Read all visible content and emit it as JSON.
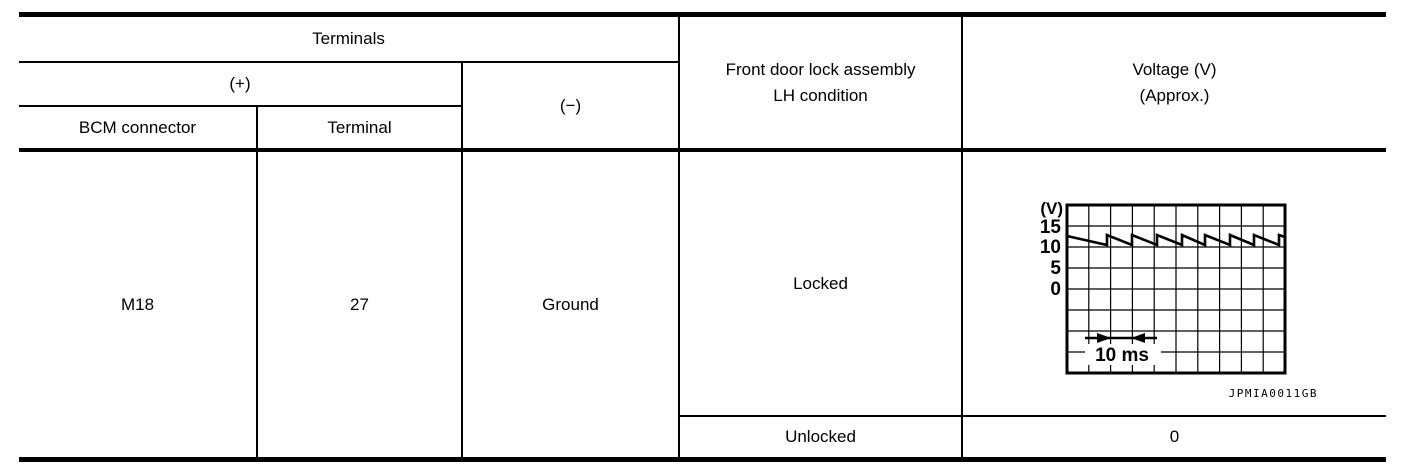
{
  "page": {
    "background": "#ffffff",
    "line_color": "#000000"
  },
  "table": {
    "header": {
      "terminals": "Terminals",
      "plus": "(+)",
      "minus": "(−)",
      "bcm_connector": "BCM connector",
      "terminal": "Terminal",
      "condition_line1": "Front door lock assembly",
      "condition_line2": "LH condition",
      "voltage_line1": "Voltage (V)",
      "voltage_line2": "(Approx.)"
    },
    "row": {
      "bcm_connector": "M18",
      "terminal": "27",
      "ground": "Ground",
      "locked_label": "Locked",
      "unlocked_label": "Unlocked",
      "unlocked_voltage": "0"
    }
  },
  "scope": {
    "v_axis_label": "(V)",
    "y_ticks": [
      "15",
      "10",
      "5",
      "0"
    ],
    "time_scale_label": "10 ms",
    "caption": "JPMIA0011GB"
  },
  "chart_data": {
    "type": "line",
    "title": "Voltage waveform — Front door lock assembly LH, Locked",
    "ylabel": "(V)",
    "y_tick_values": [
      15,
      10,
      5,
      0
    ],
    "volts_per_division": 5,
    "ms_per_division": 10,
    "grid": {
      "columns": 10,
      "rows": 8
    },
    "series": [
      {
        "name": "Locked",
        "shape": "sawtooth",
        "approx_high_v": 12.5,
        "approx_low_v": 11,
        "period_ms": 12
      },
      {
        "name": "Unlocked",
        "shape": "flat",
        "value_v": 0
      }
    ],
    "annotations": [
      "10 ms"
    ],
    "caption": "JPMIA0011GB",
    "legend_position": "none",
    "grid_on": true
  }
}
